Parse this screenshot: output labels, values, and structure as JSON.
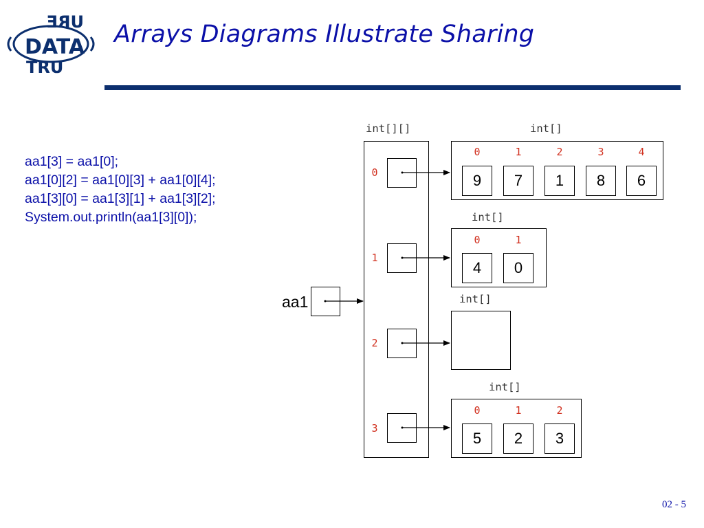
{
  "title": "Arrays Diagrams Illustrate Sharing",
  "page_number": "02 - 5",
  "logo": {
    "icon": "data-structures-logo",
    "text": "DATA"
  },
  "code_lines": [
    "aa1[3] = aa1[0];",
    "aa1[0][2] = aa1[0][3] + aa1[0][4];",
    "aa1[3][0] = aa1[3][1] + aa1[3][2];",
    "System.out.println(aa1[3][0]);"
  ],
  "diagram": {
    "variable": "aa1",
    "outer": {
      "type_label": "int[][]",
      "indices": [
        "0",
        "1",
        "2",
        "3"
      ]
    },
    "arrays": [
      {
        "type_label": "int[]",
        "indices": [
          "0",
          "1",
          "2",
          "3",
          "4"
        ],
        "values": [
          "9",
          "7",
          "1",
          "8",
          "6"
        ]
      },
      {
        "type_label": "int[]",
        "indices": [
          "0",
          "1"
        ],
        "values": [
          "4",
          "0"
        ]
      },
      {
        "type_label": "int[]",
        "indices": [],
        "values": []
      },
      {
        "type_label": "int[]",
        "indices": [
          "0",
          "1",
          "2"
        ],
        "values": [
          "5",
          "2",
          "3"
        ]
      }
    ]
  },
  "colors": {
    "title": "#0b10a8",
    "rule": "#0c2f6e",
    "index": "#d1301f",
    "code": "#0b10a8"
  }
}
